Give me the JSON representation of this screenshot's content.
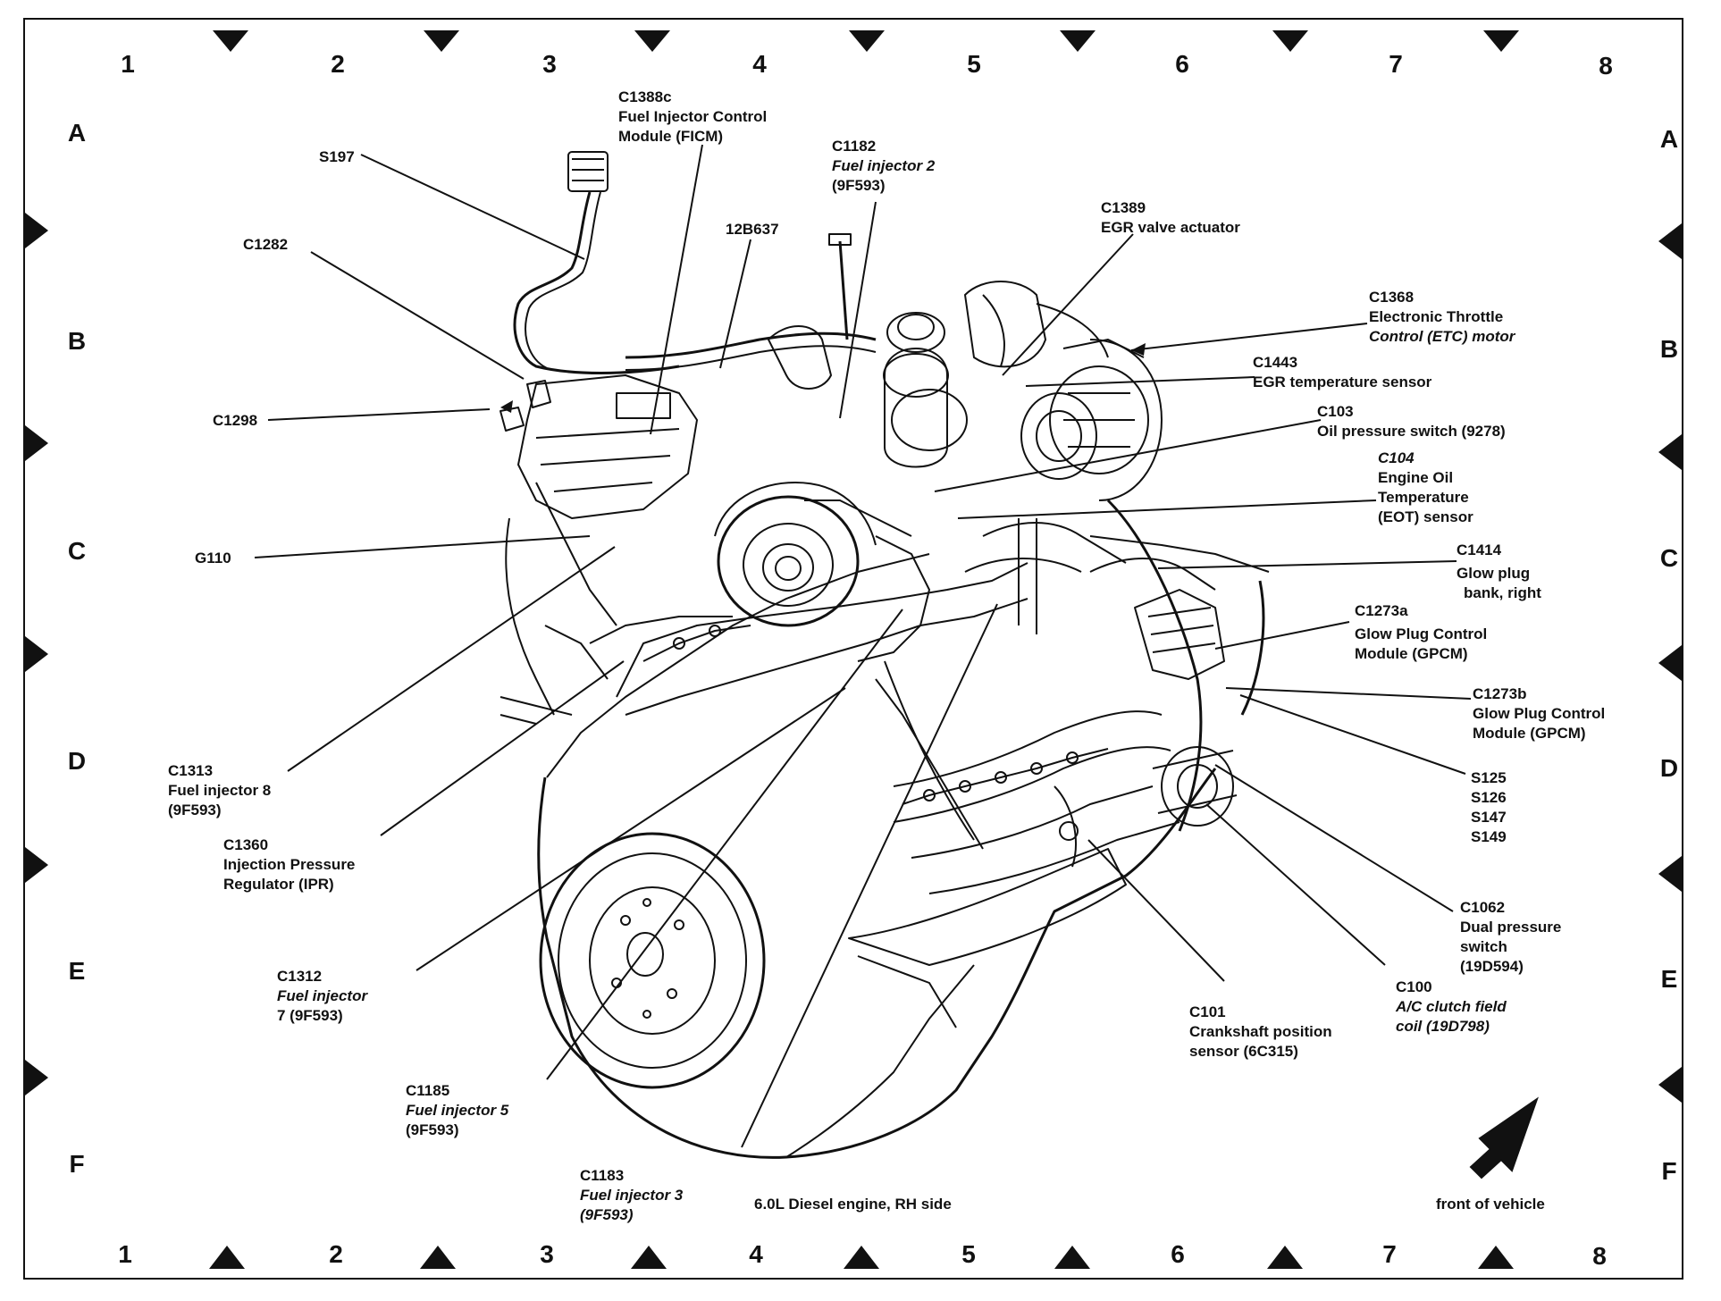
{
  "grid": {
    "columns": [
      "1",
      "2",
      "3",
      "4",
      "5",
      "6",
      "7",
      "8"
    ],
    "rows": [
      "A",
      "B",
      "C",
      "D",
      "E",
      "F"
    ]
  },
  "callouts": {
    "c1388c": {
      "id": "C1388c",
      "line1": "Fuel Injector Control",
      "line2": "Module (FICM)"
    },
    "s197": {
      "id": "S197"
    },
    "c1182": {
      "id": "C1182",
      "line1": "Fuel injector 2",
      "line2": "(9F593)"
    },
    "c1282": {
      "id": "C1282"
    },
    "p12b637": {
      "id": "12B637"
    },
    "c1389": {
      "id": "C1389",
      "line1": "EGR valve actuator"
    },
    "c1368": {
      "id": "C1368",
      "line1": "Electronic Throttle",
      "line2": "Control (ETC) motor"
    },
    "c1443": {
      "id": "C1443",
      "line1": "EGR temperature sensor"
    },
    "c1298": {
      "id": "C1298"
    },
    "c103": {
      "id": "C103",
      "line1": "Oil pressure switch (9278)"
    },
    "c104": {
      "id": "C104",
      "line1": "Engine Oil",
      "line2": "Temperature",
      "line3": "(EOT) sensor"
    },
    "g110": {
      "id": "G110"
    },
    "c1414": {
      "id": "C1414",
      "line1": "Glow plug",
      "line2": "bank, right"
    },
    "c1273a": {
      "id": "C1273a",
      "line1": "Glow Plug Control",
      "line2": "Module (GPCM)"
    },
    "c1273b": {
      "id": "C1273b",
      "line1": "Glow Plug Control",
      "line2": "Module (GPCM)"
    },
    "splices": {
      "s1": "S125",
      "s2": "S126",
      "s3": "S147",
      "s4": "S149"
    },
    "c1313": {
      "id": "C1313",
      "line1": "Fuel injector 8",
      "line2": "(9F593)"
    },
    "c1360": {
      "id": "C1360",
      "line1": "Injection Pressure",
      "line2": "Regulator (IPR)"
    },
    "c1062": {
      "id": "C1062",
      "line1": "Dual pressure",
      "line2": "switch",
      "line3": "(19D594)"
    },
    "c1312": {
      "id": "C1312",
      "line1": "Fuel injector",
      "line2": "7 (9F593)"
    },
    "c100": {
      "id": "C100",
      "line1": "A/C clutch field",
      "line2": "coil (19D798)"
    },
    "c101": {
      "id": "C101",
      "line1": "Crankshaft position",
      "line2": "sensor (6C315)"
    },
    "c1185": {
      "id": "C1185",
      "line1": "Fuel injector 5",
      "line2": "(9F593)"
    },
    "c1183": {
      "id": "C1183",
      "line1": "Fuel injector 3",
      "line2": "(9F593)"
    }
  },
  "caption": "6.0L Diesel engine, RH side",
  "front_label": "front of vehicle"
}
